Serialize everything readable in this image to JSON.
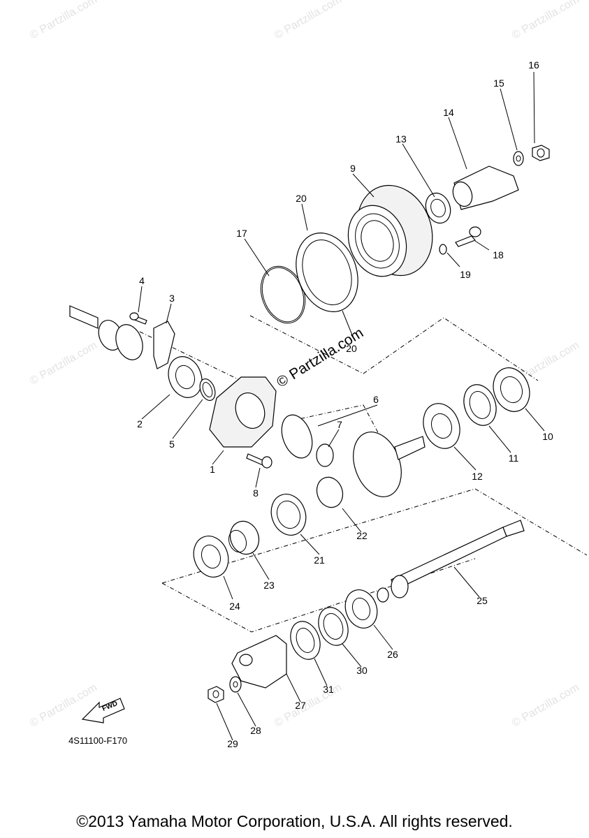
{
  "diagram": {
    "drawing_code": "4S11100-F170",
    "copyright": "©2013 Yamaha Motor Corporation, U.S.A. All rights reserved.",
    "center_watermark": "© Partzilla.com",
    "watermark_text": "© Partzilla.com",
    "direction_badge": "FWD",
    "part_numbers": [
      "1",
      "2",
      "3",
      "4",
      "5",
      "6",
      "7",
      "8",
      "9",
      "10",
      "11",
      "12",
      "13",
      "14",
      "15",
      "16",
      "17",
      "18",
      "19",
      "20",
      "20",
      "21",
      "22",
      "23",
      "24",
      "25",
      "26",
      "27",
      "28",
      "29",
      "30",
      "31"
    ]
  }
}
